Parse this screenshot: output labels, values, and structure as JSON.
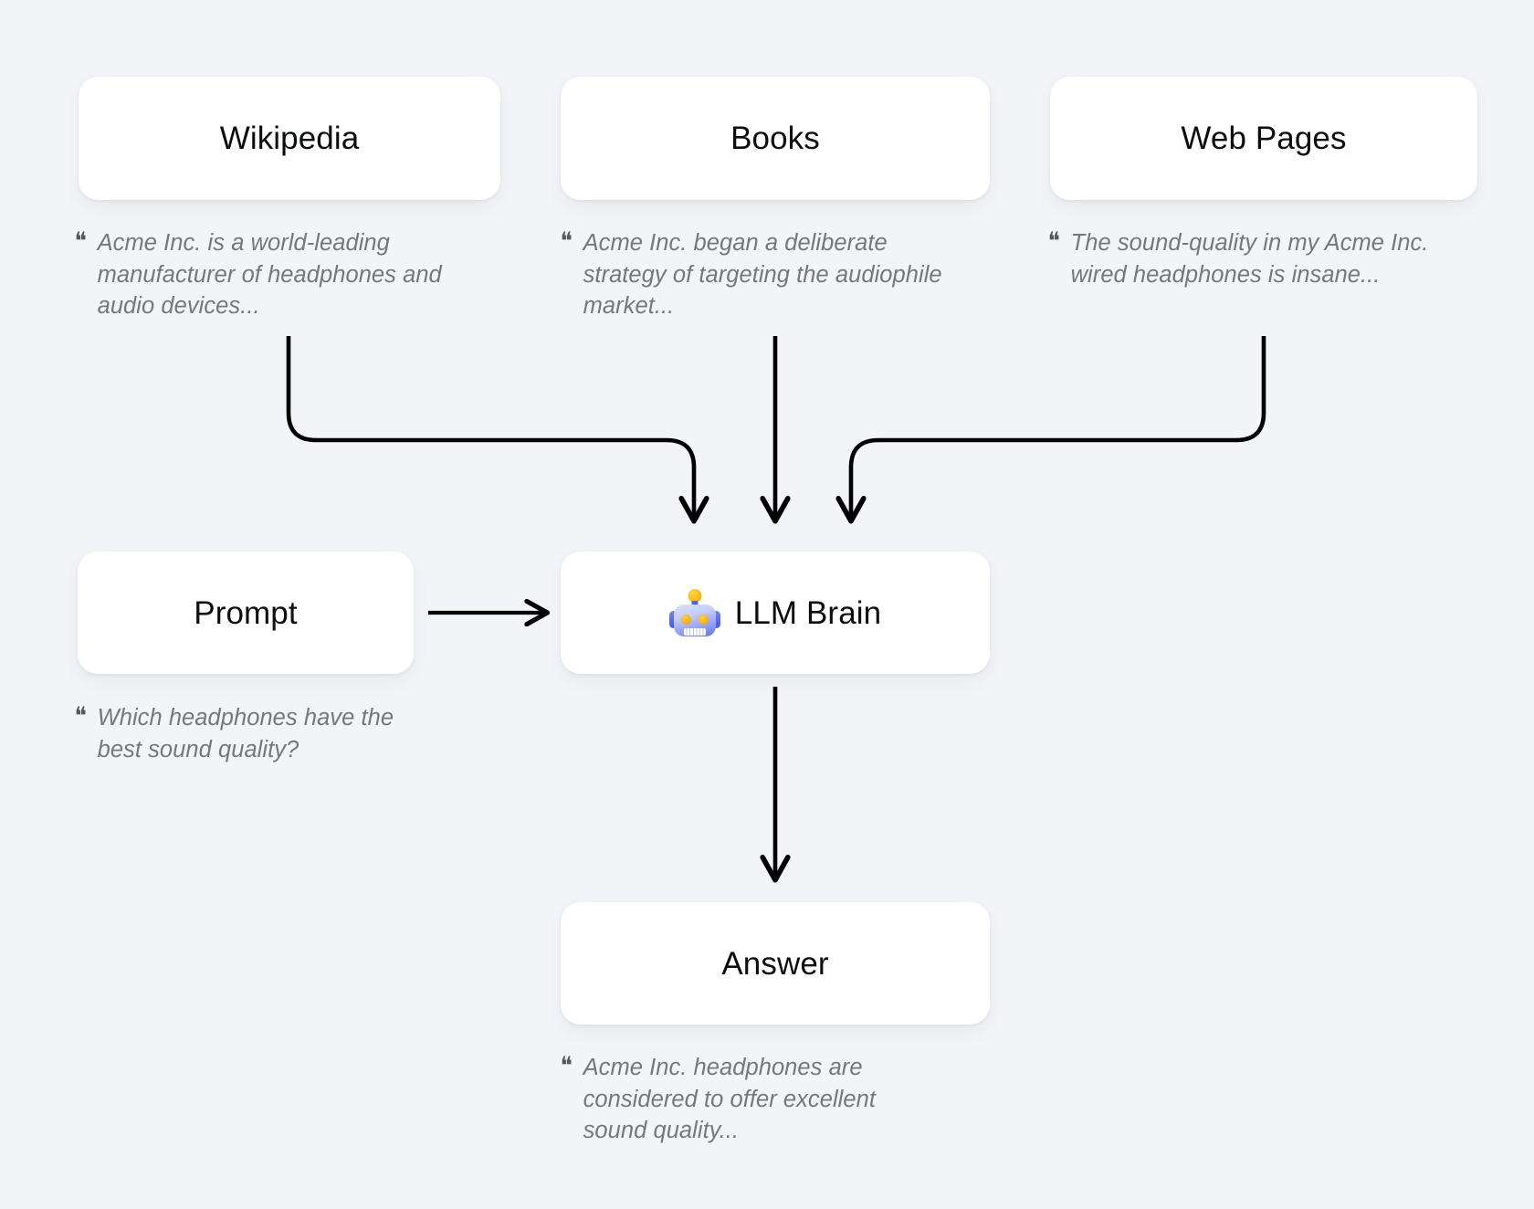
{
  "canvas": {
    "background_color": "#f2f4f7",
    "node_fill_color": "#ffffff",
    "label_color": "#0b0d10",
    "caption_color": "#74777d",
    "connector_color": "#000000"
  },
  "quote_glyph": "❝",
  "nodes": {
    "wikipedia": {
      "label": "Wikipedia"
    },
    "books": {
      "label": "Books"
    },
    "web_pages": {
      "label": "Web Pages"
    },
    "prompt": {
      "label": "Prompt"
    },
    "llm_brain": {
      "label": "LLM Brain",
      "icon": "robot-emoji"
    },
    "answer": {
      "label": "Answer"
    }
  },
  "captions": {
    "wikipedia": "Acme Inc. is a world-leading manufacturer of headphones and audio devices...",
    "books": "Acme Inc. began a deliberate strategy of targeting the audiophile market...",
    "web_pages": "The sound-quality in my Acme Inc. wired headphones is insane...",
    "prompt": "Which headphones have the best sound quality?",
    "answer": "Acme Inc. headphones are considered to offer excellent sound quality..."
  },
  "connections": [
    {
      "from": "wikipedia",
      "to": "llm_brain",
      "style": "elbow-right"
    },
    {
      "from": "books",
      "to": "llm_brain",
      "style": "straight-down"
    },
    {
      "from": "web_pages",
      "to": "llm_brain",
      "style": "elbow-left"
    },
    {
      "from": "prompt",
      "to": "llm_brain",
      "style": "straight-right"
    },
    {
      "from": "llm_brain",
      "to": "answer",
      "style": "straight-down"
    }
  ]
}
